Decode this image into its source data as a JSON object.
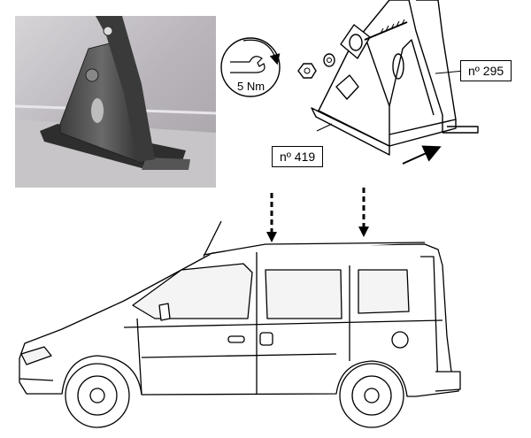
{
  "labels": {
    "torque": "5 Nm",
    "part_419": "nº 419",
    "part_295": "nº 295"
  },
  "icons": {
    "wrench": "wrench-icon",
    "nut": "nut-icon",
    "washer": "washer-icon"
  },
  "colors": {
    "photo_bg": "#b4b0b6",
    "bracket_dark": "#4a4a4a",
    "line": "#000000",
    "van_body": "#ffffff"
  }
}
